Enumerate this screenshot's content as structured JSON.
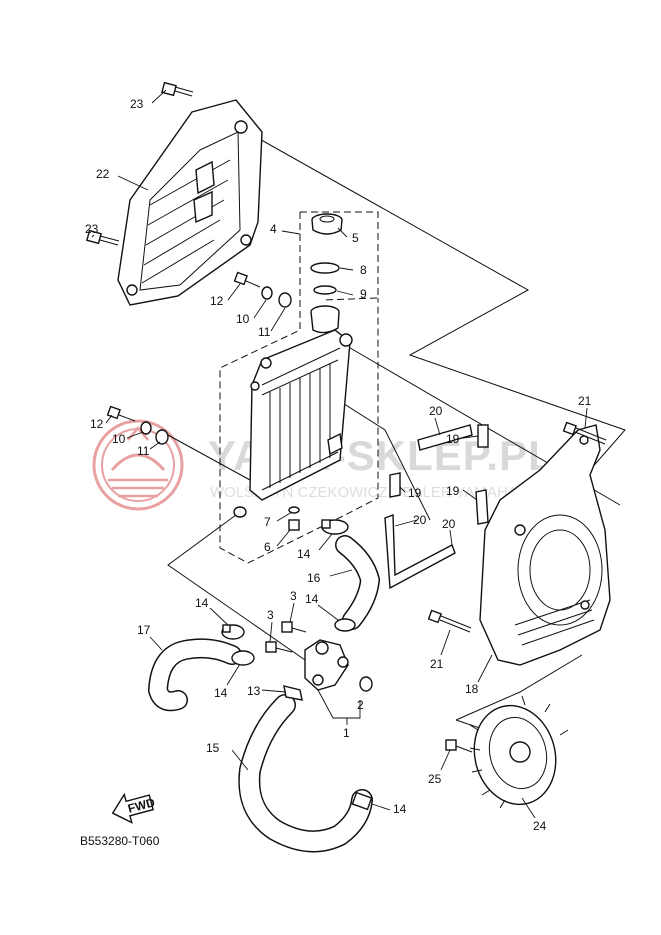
{
  "diagram_code": "B553280-T060",
  "fwd_label": "FWD",
  "watermark": {
    "main": "YAMA-SKLEP.PL",
    "sub": "WOLSZTYN  CZEKOWICZ DEALER YAMAHA"
  },
  "callouts": [
    {
      "id": "c1",
      "text": "1"
    },
    {
      "id": "c2",
      "text": "2"
    },
    {
      "id": "c3a",
      "text": "3"
    },
    {
      "id": "c3b",
      "text": "3"
    },
    {
      "id": "c4",
      "text": "4"
    },
    {
      "id": "c5",
      "text": "5"
    },
    {
      "id": "c6",
      "text": "6"
    },
    {
      "id": "c7",
      "text": "7"
    },
    {
      "id": "c8",
      "text": "8"
    },
    {
      "id": "c9",
      "text": "9"
    },
    {
      "id": "c10a",
      "text": "10"
    },
    {
      "id": "c10b",
      "text": "10"
    },
    {
      "id": "c11a",
      "text": "11"
    },
    {
      "id": "c11b",
      "text": "11"
    },
    {
      "id": "c12a",
      "text": "12"
    },
    {
      "id": "c12b",
      "text": "12"
    },
    {
      "id": "c13",
      "text": "13"
    },
    {
      "id": "c14a",
      "text": "14"
    },
    {
      "id": "c14b",
      "text": "14"
    },
    {
      "id": "c14c",
      "text": "14"
    },
    {
      "id": "c14d",
      "text": "14"
    },
    {
      "id": "c14e",
      "text": "14"
    },
    {
      "id": "c15",
      "text": "15"
    },
    {
      "id": "c16",
      "text": "16"
    },
    {
      "id": "c17",
      "text": "17"
    },
    {
      "id": "c18",
      "text": "18"
    },
    {
      "id": "c19a",
      "text": "19"
    },
    {
      "id": "c19b",
      "text": "19"
    },
    {
      "id": "c19c",
      "text": "19"
    },
    {
      "id": "c20a",
      "text": "20"
    },
    {
      "id": "c20b",
      "text": "20"
    },
    {
      "id": "c20c",
      "text": "20"
    },
    {
      "id": "c21a",
      "text": "21"
    },
    {
      "id": "c21b",
      "text": "21"
    },
    {
      "id": "c22",
      "text": "22"
    },
    {
      "id": "c23a",
      "text": "23"
    },
    {
      "id": "c23b",
      "text": "23"
    },
    {
      "id": "c24",
      "text": "24"
    },
    {
      "id": "c25",
      "text": "25"
    }
  ],
  "colors": {
    "line": "#111111",
    "watermark": "#d9d9d9",
    "logo": "#e8a0a0"
  }
}
